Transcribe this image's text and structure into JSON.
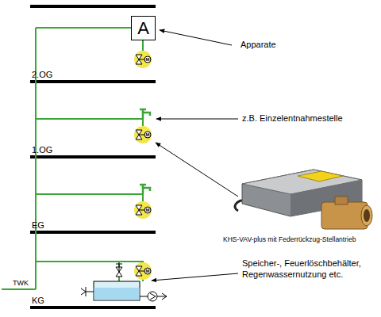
{
  "diagram": {
    "nodes": [
      {
        "text": [
          "A"
        ]
      }
    ],
    "labels": [
      "Apparate",
      "M",
      "2.OG",
      "z.B. Einzelentnahmestelle",
      "M",
      "1.OG",
      "KHS-VAV-plus mit Federrückzug-Stellantrieb",
      "M",
      "EG",
      "M",
      "Speicher-, Feuerlöschbehälter, Regenwassernutzung etc.",
      "TWK",
      "KG"
    ]
  }
}
